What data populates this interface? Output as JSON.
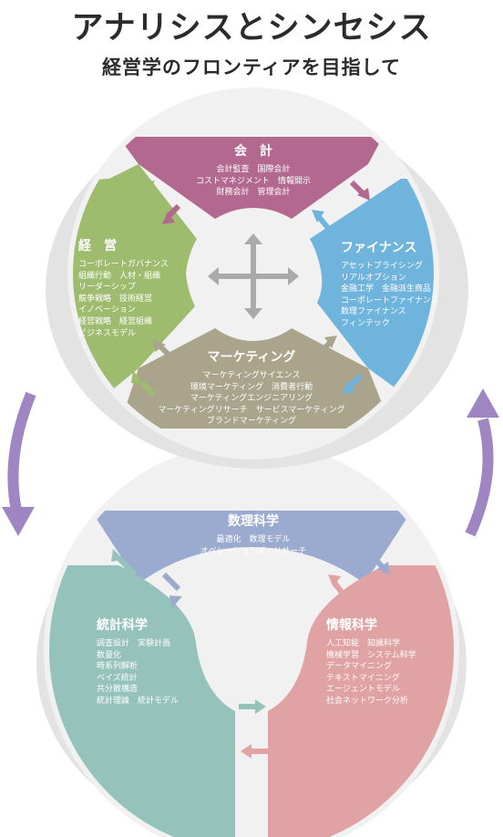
{
  "title": "アナリシスとシンセシス",
  "subtitle": "経営学のフロンティアを目指して",
  "colors": {
    "accounting": "#b2688f",
    "finance": "#6fb4dc",
    "marketing": "#aaa48c",
    "management": "#9ebc6e",
    "math": "#9aabcf",
    "statistics": "#95c2ba",
    "informatics": "#e0a2a2",
    "cycle_arrow": "#9f86c3",
    "center_arrow": "#aaaaaa"
  },
  "upper_disc": {
    "accounting": {
      "heading": "会　計",
      "items": [
        "会計監査　国際会計",
        "コストマネジメント　情報開示",
        "財務会計　管理会計"
      ]
    },
    "finance": {
      "heading": "ファイナンス",
      "items": [
        "アセットプライシング",
        "リアルオプション",
        "金融工学　金融派生商品",
        "コーポレートファイナンス",
        "数理ファイナンス",
        "フィンテック"
      ]
    },
    "marketing": {
      "heading": "マーケティング",
      "items": [
        "マーケティングサイエンス",
        "環境マーケティング　消費者行動",
        "マーケティングエンジニアリング",
        "マーケティングリサーチ　サービスマーケティング",
        "ブランドマーケティング"
      ]
    },
    "management": {
      "heading": "経　営",
      "items": [
        "コーポレートガバナンス",
        "組織行動　人材・組織",
        "リーダーシップ",
        "競争戦略　技術経営",
        "イノベーション",
        "経営戦略　経営組織",
        "ビジネスモデル"
      ]
    }
  },
  "lower_disc": {
    "math": {
      "heading": "数理科学",
      "items": [
        "最適化　数理モデル",
        "オペレーションズ・リサーチ"
      ]
    },
    "statistics": {
      "heading": "統計科学",
      "items": [
        "調査設計　実験計画",
        "数量化",
        "時系列解析",
        "ベイズ統計",
        "共分散構造",
        "統計理論　統計モデル"
      ]
    },
    "informatics": {
      "heading": "情報科学",
      "items": [
        "人工知能　知識科学",
        "機械学習　システム科学",
        "データマイニング",
        "テキストマイニング",
        "エージェントモデル",
        "社会ネットワーク分析"
      ]
    }
  }
}
